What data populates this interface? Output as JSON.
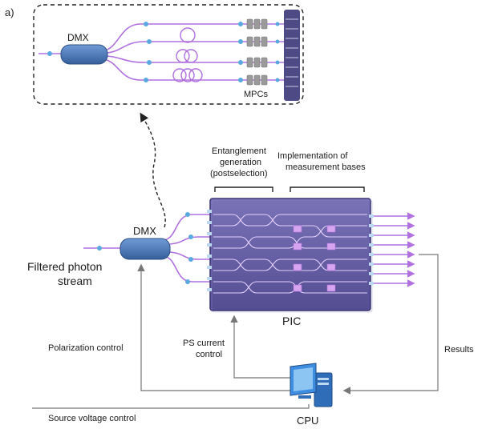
{
  "inset": {
    "panel_label": "a)",
    "dmx_label": "DMX",
    "mpcs_label": "MPCs"
  },
  "main": {
    "dmx_label": "DMX",
    "pic_label": "PIC",
    "input_label_line1": "Filtered photon",
    "input_label_line2": "stream",
    "entanglement_line1": "Entanglement",
    "entanglement_line2": "generation",
    "entanglement_line3": "(postselection)",
    "measurement_line1": "Implementation of",
    "measurement_line2": "measurement bases",
    "results_label": "Results",
    "ps_current_line1": "PS current",
    "ps_current_line2": "control",
    "polarization_label": "Polarization control",
    "source_voltage_label": "Source voltage control",
    "cpu_label": "CPU"
  },
  "colors": {
    "waveguide": "#b070e0",
    "chip": "#6a63a8",
    "chip_border": "#3c3676",
    "dmx": "#4a78b8",
    "node": "#5aa8e0",
    "phase_shifter": "#d7a5ef",
    "mpc": "#9a9a9a",
    "arrow": "#777777",
    "cpu_screen": "#3d8de0"
  }
}
